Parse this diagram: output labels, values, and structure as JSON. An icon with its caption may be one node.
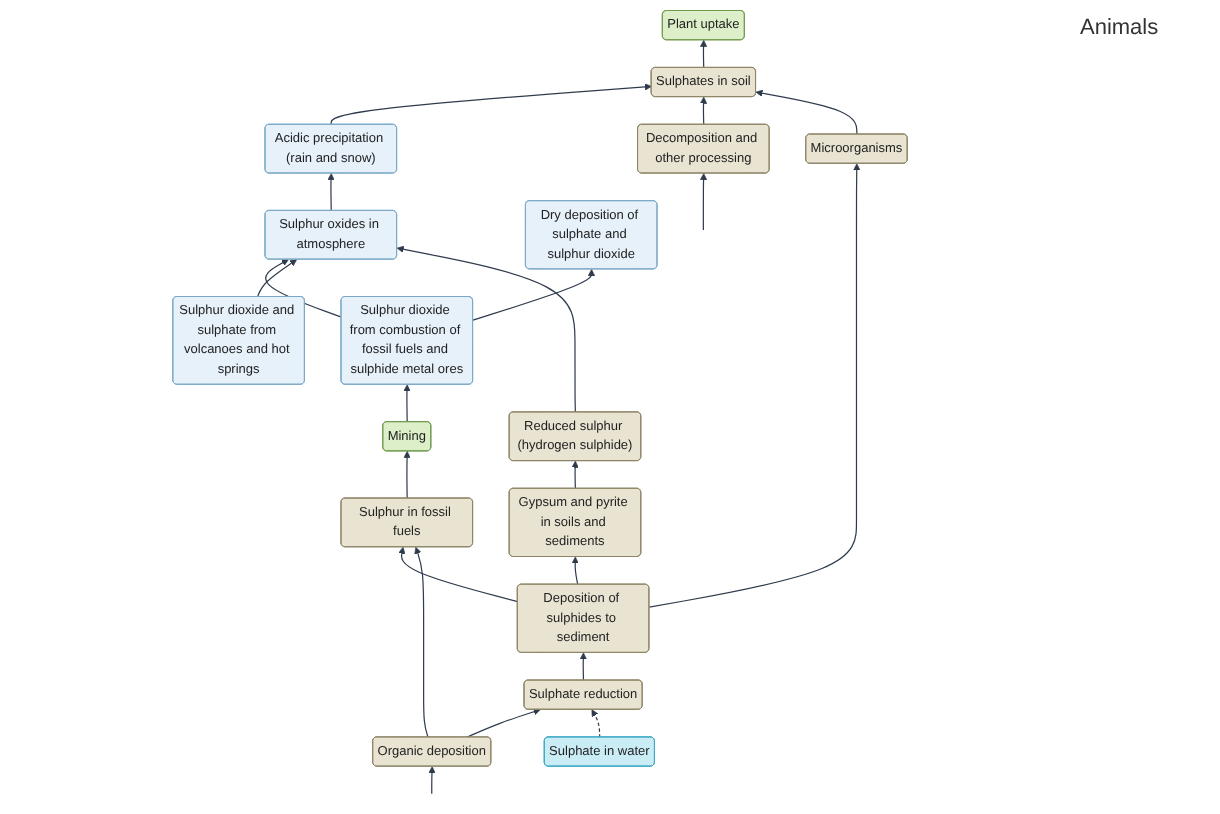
{
  "diagram": {
    "nodes": [
      {
        "text": [
          "Sulphur oxides in atmosphere"
        ]
      },
      {
        "text": [
          "Sulphur dioxide from combustion of fossil fuels and sulphide metal ores"
        ]
      },
      {
        "text": [
          "Dry deposition of sulphate and sulphur dioxide"
        ]
      },
      {
        "text": [
          "Acidic precipitation (rain and snow)"
        ]
      },
      {
        "text": [
          "Sulphur dioxide and sulphate from volcanoes and hot springs"
        ]
      },
      {
        "text": [
          "Mining"
        ]
      },
      {
        "text": [
          "Plant uptake"
        ]
      },
      {
        "text": [
          "Reduced sulphur (hydrogen sulphide)"
        ]
      },
      {
        "text": [
          "Decomposition and other processing"
        ]
      },
      {
        "text": [
          "Sulphates in soil"
        ]
      },
      {
        "text": [
          "Organic deposition"
        ]
      },
      {
        "text": [
          "Sulphate in water"
        ]
      },
      {
        "text": [
          "Sulphate reduction"
        ]
      },
      {
        "text": [
          "Gypsum and pyrite in soils and sediments"
        ]
      },
      {
        "text": [
          "Microorganisms"
        ]
      },
      {
        "text": [
          "Sulphur in fossil fuels"
        ]
      },
      {
        "text": [
          "Deposition of sulphides to sediment"
        ]
      }
    ],
    "edges": [
      {
        "from": 1,
        "to": 0,
        "arrow": "to"
      },
      {
        "from": 1,
        "to": 2,
        "arrow": "to"
      },
      {
        "from": 0,
        "to": 3,
        "arrow": "to"
      },
      {
        "from": 4,
        "to": 0,
        "arrow": "to"
      },
      {
        "from": 7,
        "to": 0,
        "arrow": "to"
      },
      {
        "from": 15,
        "to": 5,
        "arrow": "to"
      },
      {
        "from": 5,
        "to": 1,
        "arrow": "to"
      },
      {
        "from": 3,
        "to": 9,
        "arrow": "to"
      },
      {
        "from": 9,
        "to": 6,
        "arrow": "to"
      },
      {
        "from": 8,
        "to": 9,
        "arrow": "to"
      },
      {
        "from": 14,
        "to": 9,
        "arrow": "to"
      },
      {
        "from": 13,
        "to": 7,
        "arrow": "to"
      },
      {
        "from": null,
        "to": 8,
        "arrow": "to"
      },
      {
        "from": null,
        "to": 10,
        "arrow": "to"
      },
      {
        "from": 10,
        "to": 12,
        "arrow": "to"
      },
      {
        "from": 11,
        "to": 12,
        "arrow": "to",
        "style": "dashed"
      },
      {
        "from": 12,
        "to": 16,
        "arrow": "to"
      },
      {
        "from": 16,
        "to": 15,
        "arrow": "to"
      },
      {
        "from": 16,
        "to": 13,
        "arrow": "to"
      },
      {
        "from": 16,
        "to": 14,
        "arrow": "to"
      },
      {
        "from": 10,
        "to": 15,
        "arrow": "to"
      }
    ],
    "labels": [
      "Animals"
    ]
  }
}
